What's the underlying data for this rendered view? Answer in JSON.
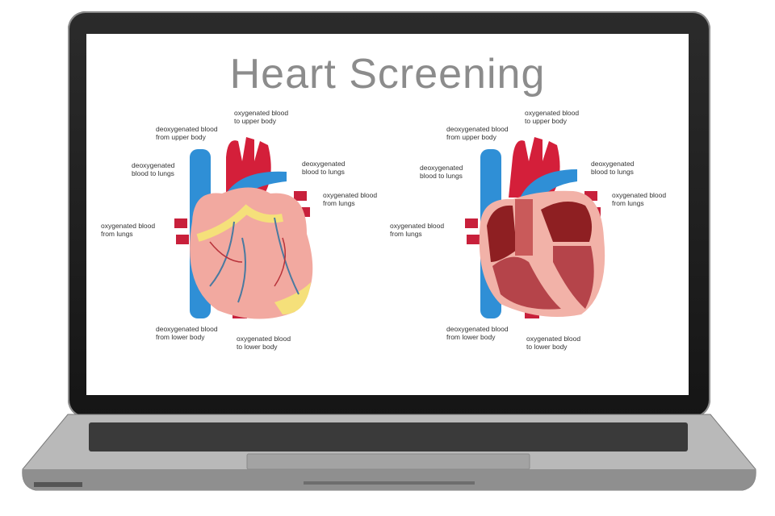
{
  "screen": {
    "title": "Heart Screening"
  },
  "diagrams": [
    {
      "name": "heart-exterior",
      "labels": {
        "upper_oxy": [
          "oxygenated blood",
          "to upper body"
        ],
        "upper_deoxy": [
          "deoxygenated blood",
          "from upper body"
        ],
        "lungs_deoxy_left": [
          "deoxygenated",
          "blood to lungs"
        ],
        "lungs_deoxy_right": [
          "deoxygenated",
          "blood to lungs"
        ],
        "lungs_oxy_right": [
          "oxygenated blood",
          "from lungs"
        ],
        "lungs_oxy_left": [
          "oxygenated blood",
          "from lungs"
        ],
        "lower_deoxy": [
          "deoxygenated blood",
          "from lower body"
        ],
        "lower_oxy": [
          "oxygenated blood",
          "to lower body"
        ]
      }
    },
    {
      "name": "heart-cross-section",
      "labels": {
        "upper_oxy": [
          "oxygenated blood",
          "to upper body"
        ],
        "upper_deoxy": [
          "deoxygenated blood",
          "from upper body"
        ],
        "lungs_deoxy_left": [
          "deoxygenated",
          "blood to lungs"
        ],
        "lungs_deoxy_right": [
          "deoxygenated",
          "blood to lungs"
        ],
        "lungs_oxy_right": [
          "oxygenated blood",
          "from lungs"
        ],
        "lungs_oxy_left": [
          "oxygenated blood",
          "from lungs"
        ],
        "lower_deoxy": [
          "deoxygenated blood",
          "from lower body"
        ],
        "lower_oxy": [
          "oxygenated blood",
          "to lower body"
        ]
      }
    }
  ],
  "colors": {
    "artery": "#d41f3a",
    "vein": "#2f8fd6",
    "muscle": "#f2a9a0",
    "fat": "#f5e07a",
    "inner": "#8e1f22"
  }
}
